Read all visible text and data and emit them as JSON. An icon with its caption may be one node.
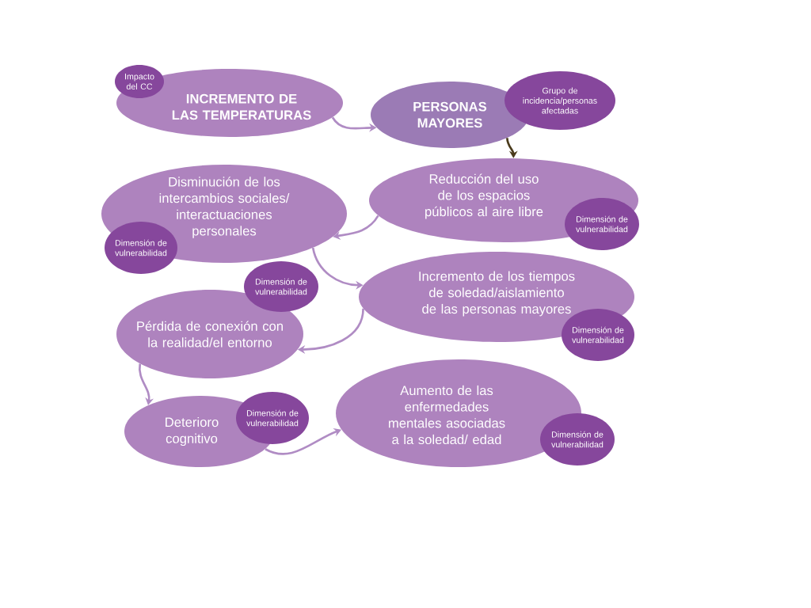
{
  "diagram": {
    "nodes": [
      {
        "text": [
          "Impacto del CC"
        ]
      },
      {
        "text": [
          "INCREMENTO DE LAS TEMPERATURAS"
        ]
      },
      {
        "text": [
          "PERSONAS MAYORES"
        ]
      },
      {
        "text": [
          "Grupo de incidencia/personas afectadas"
        ]
      },
      {
        "text": [
          "Reducción del uso de los espacios públicos al aire libre"
        ]
      },
      {
        "text": [
          "Dimensión de vulnerabilidad"
        ]
      },
      {
        "text": [
          "Disminución de los intercambios sociales/ interactuaciones personales"
        ]
      },
      {
        "text": [
          "Dimensión de vulnerabilidad"
        ]
      },
      {
        "text": [
          "Dimensión de vulnerabilidad"
        ]
      },
      {
        "text": [
          "Incremento de los tiempos de soledad/aislamiento de las personas mayores"
        ]
      },
      {
        "text": [
          "Pérdida de conexión con la realidad/el entorno"
        ]
      },
      {
        "text": [
          "Dimensión de vulnerabilidad"
        ]
      },
      {
        "text": [
          "Deterioro cognitivo"
        ]
      },
      {
        "text": [
          "Dimensión de vulnerabilidad"
        ]
      },
      {
        "text": [
          "Aumento de las enfermedades mentales asociadas a la soledad/ edad"
        ]
      },
      {
        "text": [
          "Dimensión de vulnerabilidad"
        ]
      }
    ],
    "edges": [
      {
        "from": 1,
        "to": 2,
        "arrow": "to"
      },
      {
        "from": 2,
        "to": 4,
        "arrow": "to",
        "color": "#4a3b1c"
      },
      {
        "from": 4,
        "to": 6,
        "arrow": "to"
      },
      {
        "from": 6,
        "to": 9,
        "arrow": "to"
      },
      {
        "from": 9,
        "to": 10,
        "arrow": "to"
      },
      {
        "from": 10,
        "to": 12,
        "arrow": "to"
      },
      {
        "from": 12,
        "to": 14,
        "arrow": "to"
      }
    ]
  }
}
